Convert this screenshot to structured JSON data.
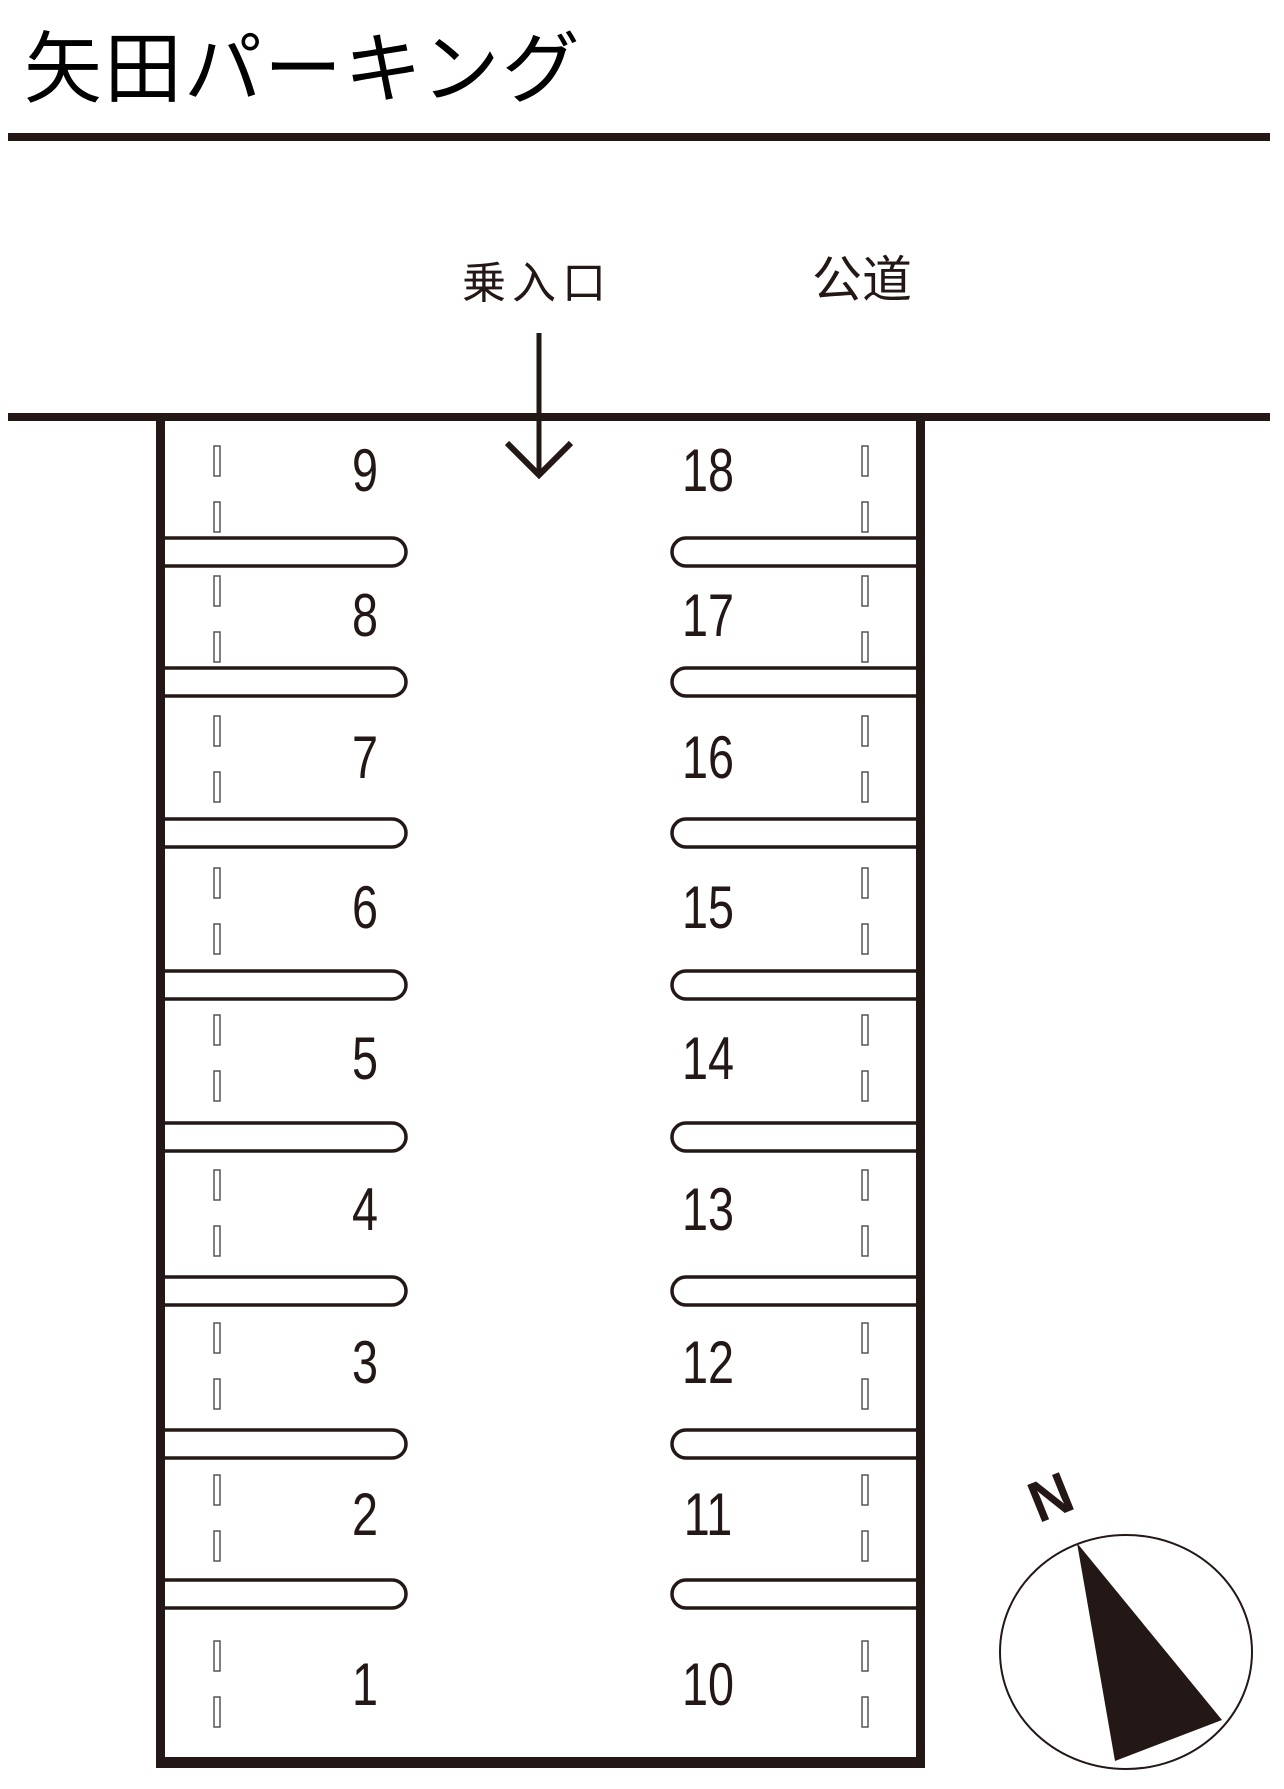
{
  "title": "矢田パーキング",
  "labels": {
    "entrance": "乗入口",
    "public_road": "公道",
    "north": "N"
  },
  "colors": {
    "ink": "#231815",
    "background": "#ffffff"
  },
  "left_column": {
    "stalls": [
      {
        "number": "9"
      },
      {
        "number": "8"
      },
      {
        "number": "7"
      },
      {
        "number": "6"
      },
      {
        "number": "5"
      },
      {
        "number": "4"
      },
      {
        "number": "3"
      },
      {
        "number": "2"
      },
      {
        "number": "1"
      }
    ]
  },
  "right_column": {
    "stalls": [
      {
        "number": "18"
      },
      {
        "number": "17"
      },
      {
        "number": "16"
      },
      {
        "number": "15"
      },
      {
        "number": "14"
      },
      {
        "number": "13"
      },
      {
        "number": "12"
      },
      {
        "number": "11"
      },
      {
        "number": "10"
      }
    ]
  },
  "icons": {
    "entrance_arrow": "arrow-down-icon",
    "compass": "north-compass-icon"
  }
}
